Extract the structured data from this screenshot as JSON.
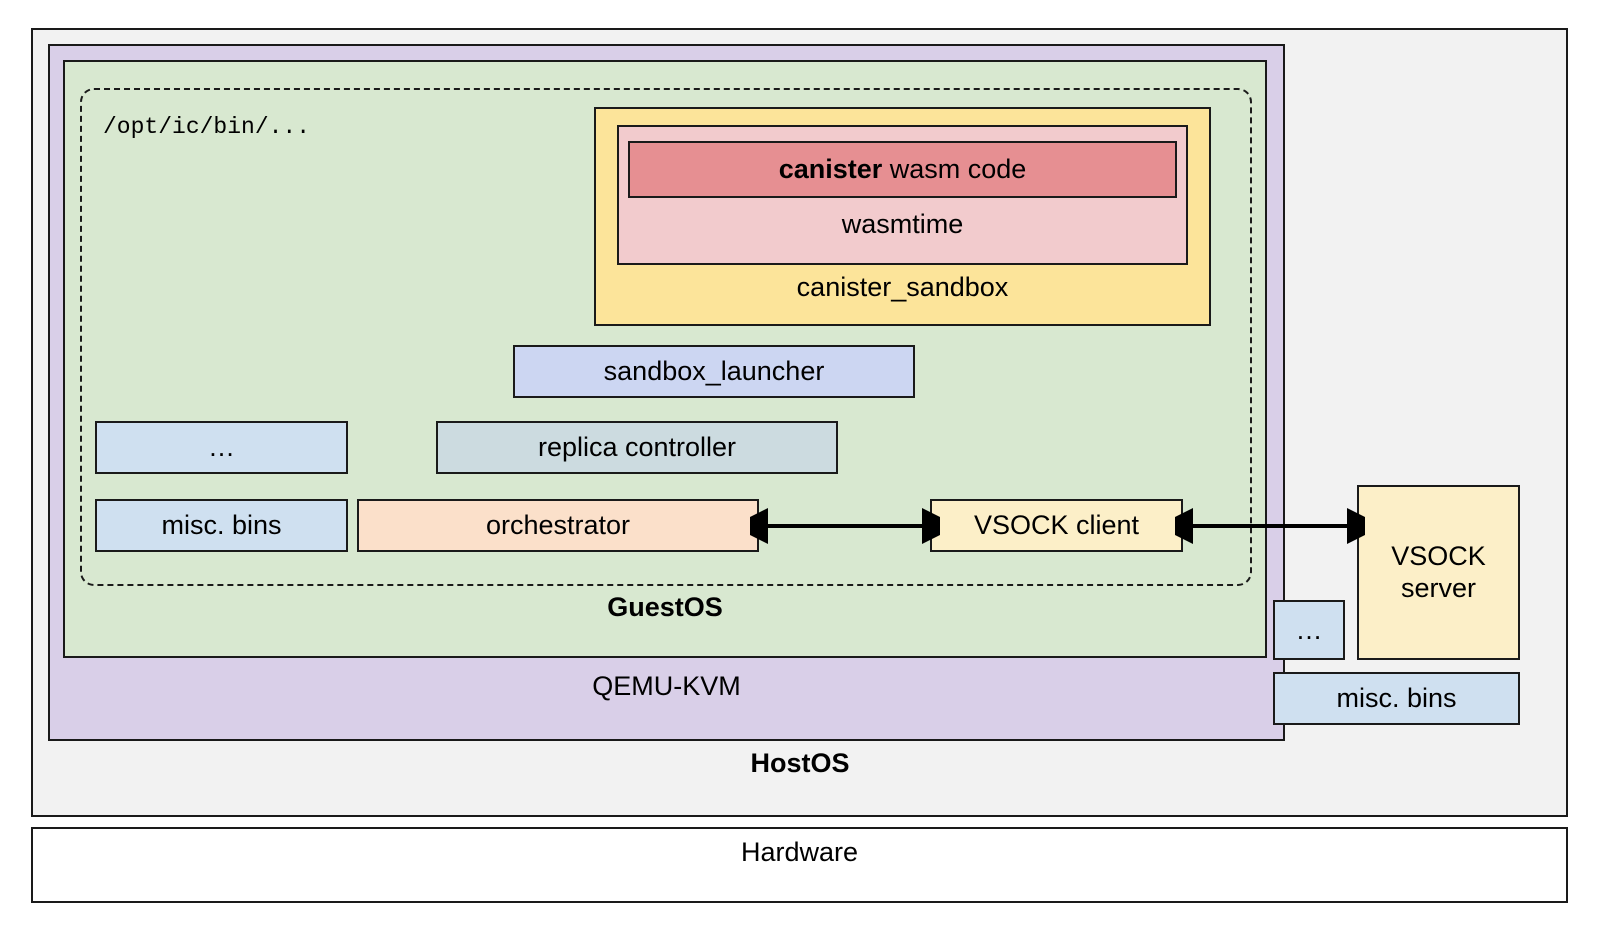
{
  "diagram": {
    "layers": {
      "hardware": "Hardware",
      "hostos": "HostOS",
      "qemu_kvm": "QEMU-KVM",
      "guestos": "GuestOS",
      "bin_path": "/opt/ic/bin/..."
    },
    "sandbox_stack": {
      "canister_wasm_strong": "canister",
      "canister_wasm_rest": " wasm code",
      "wasmtime": "wasmtime",
      "canister_sandbox": "canister_sandbox"
    },
    "guest_processes": {
      "sandbox_launcher": "sandbox_launcher",
      "replica_controller": "replica controller",
      "orchestrator": "orchestrator",
      "ellipsis": "…",
      "misc_bins": "misc. bins",
      "vsock_client": "VSOCK client"
    },
    "host_processes": {
      "vsock_server_line1": "VSOCK",
      "vsock_server_line2": "server",
      "ellipsis": "…",
      "misc_bins": "misc. bins"
    },
    "connections": [
      {
        "name": "orchestrator-to-vsock-client",
        "from": "orchestrator",
        "to": "VSOCK client",
        "style": "double-headed"
      },
      {
        "name": "vsock-client-to-vsock-server",
        "from": "VSOCK client",
        "to": "VSOCK server",
        "style": "double-headed"
      }
    ],
    "colors": {
      "hostos_fill": "#f2f2f2",
      "qemu_fill": "#d9cfe8",
      "guestos_fill": "#d8e8d0",
      "hardware_fill": "#ffffff",
      "canister_wasm_fill": "#e68f92",
      "wasmtime_fill": "#f2cbcd",
      "canister_sandbox_fill": "#fce49a",
      "sandbox_launcher_fill": "#ccd6f2",
      "replica_controller_fill": "#ccdbe0",
      "orchestrator_fill": "#fbe0ca",
      "misc_bins_fill": "#cfe0f0",
      "vsock_fill": "#fcefc8",
      "stroke": "#1a1a1a"
    }
  }
}
